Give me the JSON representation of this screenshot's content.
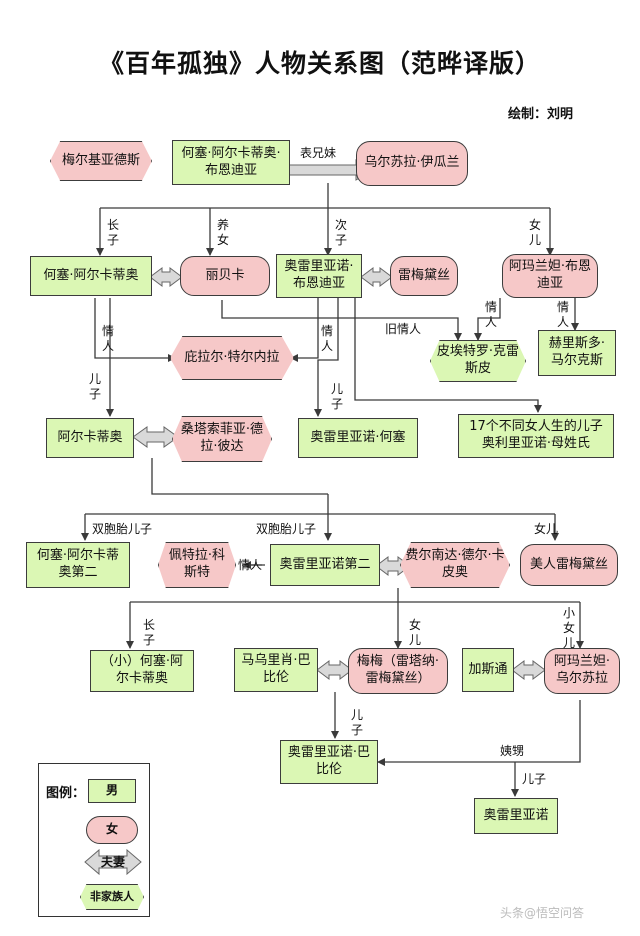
{
  "title": "《百年孤独》人物关系图（范晔译版）",
  "author": "绘制：刘明",
  "nodes": {
    "melquiades": "梅尔基亚德斯",
    "jose_arcadio_buendia": "何塞·阿尔卡蒂奥·布恩迪亚",
    "ursula": "乌尔苏拉·伊瓜兰",
    "jose_arcadio": "何塞·阿尔卡蒂奥",
    "rebeca": "丽贝卡",
    "aureliano": "奥雷里亚诺·布恩迪亚",
    "remedios": "雷梅黛丝",
    "amaranta": "阿玛兰妲·布恩迪亚",
    "pilar": "庇拉尔·特尔内拉",
    "pietro": "皮埃特罗·克雷斯皮",
    "herbert": "赫里斯多·马尔克斯",
    "aureliano_jose": "奥雷里亚诺·何塞",
    "seventeen": "17个不同女人生的儿子奥利里亚诺·母姓氏",
    "arcadio": "阿尔卡蒂奥",
    "santa_sofia": "桑塔索菲亚·德拉·彼达",
    "jose_arcadio_ii": "何塞·阿尔卡蒂奥第二",
    "petra": "佩特拉·科斯特",
    "aureliano_ii": "奥雷里亚诺第二",
    "fernanda": "费尔南达·德尔·卡皮奥",
    "remedios_beauty": "美人雷梅黛丝",
    "little_jose": "（小）何塞·阿尔卡蒂奥",
    "mauricio": "马乌里肖·巴比伦",
    "meme": "梅梅（雷塔纳·雷梅黛丝）",
    "gaston": "加斯通",
    "amaranta_ursula": "阿玛兰妲·乌尔苏拉",
    "aureliano_babilonia": "奥雷里亚诺·巴比伦",
    "aureliano_last": "奥雷里亚诺"
  },
  "labels": {
    "cousins": "表兄妹",
    "eldest_son": "长子",
    "adopted_daughter": "养女",
    "second_son": "次子",
    "daughter": "女儿",
    "lover": "情人",
    "old_lover": "旧情人",
    "son": "儿子",
    "twin_son": "双胞胎儿子",
    "youngest_daughter": "小女儿",
    "nephew_aunt": "姨甥"
  },
  "legend": {
    "title": "图例：",
    "male": "男",
    "female": "女",
    "couple": "夫妻",
    "non_family": "非家族人"
  },
  "watermark": "头条@悟空问答",
  "colors": {
    "male_fill": "#dbf7b4",
    "female_fill": "#f6c8c8",
    "line": "#3a3a3a",
    "couple_arrow": "#d9d9d9"
  }
}
